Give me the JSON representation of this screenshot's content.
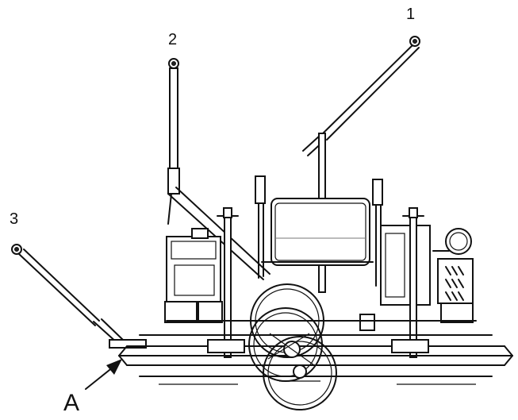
{
  "labels": {
    "handle_1": "1",
    "handle_2": "2",
    "handle_3": "3",
    "pointer_a": "A"
  },
  "colors": {
    "line": "#111111",
    "background": "#ffffff"
  }
}
